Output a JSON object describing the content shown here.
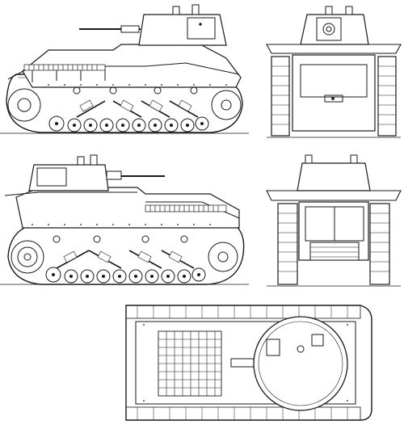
{
  "drawing": {
    "subject": "light-tank-technical-drawing",
    "views": [
      {
        "id": "side-left",
        "label": ""
      },
      {
        "id": "front",
        "label": ""
      },
      {
        "id": "side-right",
        "label": ""
      },
      {
        "id": "rear",
        "label": ""
      },
      {
        "id": "top",
        "label": ""
      }
    ]
  },
  "colors": {
    "ink": "#1a1a1a",
    "paper": "#ffffff",
    "shade": "#cfcfcf",
    "track": "#2a2a2a"
  }
}
